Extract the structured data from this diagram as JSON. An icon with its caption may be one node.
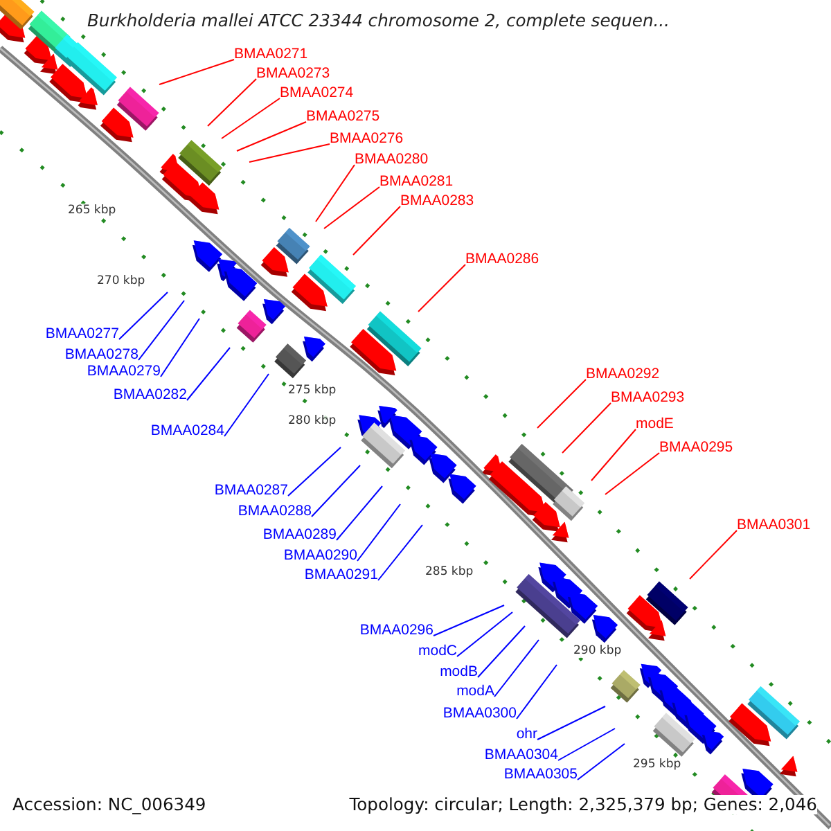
{
  "diagram": {
    "title": "Burkholderia mallei ATCC 23344 chromosome 2, complete sequen...",
    "nodes": [
      {
        "text": [
          "BMAA0271"
        ]
      },
      {
        "text": [
          "BMAA0273"
        ]
      },
      {
        "text": [
          "BMAA0274"
        ]
      },
      {
        "text": [
          "BMAA0275"
        ]
      },
      {
        "text": [
          "BMAA0276"
        ]
      },
      {
        "text": [
          "BMAA0280"
        ]
      },
      {
        "text": [
          "BMAA0281"
        ]
      },
      {
        "text": [
          "BMAA0283"
        ]
      },
      {
        "text": [
          "BMAA0286"
        ]
      },
      {
        "text": [
          "BMAA0277"
        ]
      },
      {
        "text": [
          "BMAA0278"
        ]
      },
      {
        "text": [
          "BMAA0279"
        ]
      },
      {
        "text": [
          "BMAA0292"
        ]
      },
      {
        "text": [
          "BMAA0282"
        ]
      },
      {
        "text": [
          "BMAA0293"
        ]
      },
      {
        "text": [
          "modE"
        ]
      },
      {
        "text": [
          "BMAA0284"
        ]
      },
      {
        "text": [
          "BMAA0295"
        ]
      },
      {
        "text": [
          "BMAA0287"
        ]
      },
      {
        "text": [
          "BMAA0288"
        ]
      },
      {
        "text": [
          "BMAA0301"
        ]
      },
      {
        "text": [
          "BMAA0289"
        ]
      },
      {
        "text": [
          "BMAA0290"
        ]
      },
      {
        "text": [
          "BMAA0291"
        ]
      },
      {
        "text": [
          "BMAA0296"
        ]
      },
      {
        "text": [
          "modC"
        ]
      },
      {
        "text": [
          "modB"
        ]
      },
      {
        "text": [
          "modA"
        ]
      },
      {
        "text": [
          "BMAA0300"
        ]
      },
      {
        "text": [
          "ohr"
        ]
      },
      {
        "text": [
          "BMAA0304"
        ]
      },
      {
        "text": [
          "BMAA0305"
        ]
      }
    ],
    "edges": [
      {
        "from": 0,
        "to": null,
        "arrow": "none",
        "color": "#ff0000"
      },
      {
        "from": 1,
        "to": null,
        "arrow": "none",
        "color": "#ff0000"
      },
      {
        "from": 2,
        "to": null,
        "arrow": "none",
        "color": "#ff0000"
      },
      {
        "from": 3,
        "to": null,
        "arrow": "none",
        "color": "#ff0000"
      },
      {
        "from": 4,
        "to": null,
        "arrow": "none",
        "color": "#ff0000"
      },
      {
        "from": 5,
        "to": null,
        "arrow": "none",
        "color": "#ff0000"
      },
      {
        "from": 6,
        "to": null,
        "arrow": "none",
        "color": "#ff0000"
      },
      {
        "from": 7,
        "to": null,
        "arrow": "none",
        "color": "#ff0000"
      },
      {
        "from": 8,
        "to": null,
        "arrow": "none",
        "color": "#ff0000"
      },
      {
        "from": 9,
        "to": null,
        "arrow": "none"
      },
      {
        "from": 10,
        "to": null,
        "arrow": "none"
      },
      {
        "from": 11,
        "to": null,
        "arrow": "none"
      },
      {
        "from": 12,
        "to": null,
        "arrow": "none",
        "color": "#ff0000"
      },
      {
        "from": 13,
        "to": null,
        "arrow": "none"
      },
      {
        "from": 14,
        "to": null,
        "arrow": "none",
        "color": "#ff0000"
      },
      {
        "from": 15,
        "to": null,
        "arrow": "none",
        "color": "#ff0000"
      },
      {
        "from": 16,
        "to": null,
        "arrow": "none"
      },
      {
        "from": 17,
        "to": null,
        "arrow": "none",
        "color": "#ff0000"
      },
      {
        "from": 18,
        "to": null,
        "arrow": "none"
      },
      {
        "from": 19,
        "to": null,
        "arrow": "none"
      },
      {
        "from": 20,
        "to": null,
        "arrow": "none",
        "color": "#ff0000"
      },
      {
        "from": 21,
        "to": null,
        "arrow": "none"
      },
      {
        "from": 22,
        "to": null,
        "arrow": "none"
      },
      {
        "from": 23,
        "to": null,
        "arrow": "none"
      },
      {
        "from": 24,
        "to": null,
        "arrow": "none"
      },
      {
        "from": 25,
        "to": null,
        "arrow": "none"
      },
      {
        "from": 26,
        "to": null,
        "arrow": "none"
      },
      {
        "from": 27,
        "to": null,
        "arrow": "none"
      },
      {
        "from": 28,
        "to": null,
        "arrow": "none"
      },
      {
        "from": 29,
        "to": null,
        "arrow": "none"
      },
      {
        "from": 30,
        "to": null,
        "arrow": "none"
      },
      {
        "from": 31,
        "to": null,
        "arrow": "none"
      }
    ],
    "labels": [
      "265 kbp",
      "270 kbp",
      "275 kbp",
      "280 kbp",
      "285 kbp",
      "290 kbp",
      "295 kbp",
      "Accession: NC_006349",
      "Topology: circular; Length: 2,325,379 bp; Genes: 2,046"
    ]
  }
}
